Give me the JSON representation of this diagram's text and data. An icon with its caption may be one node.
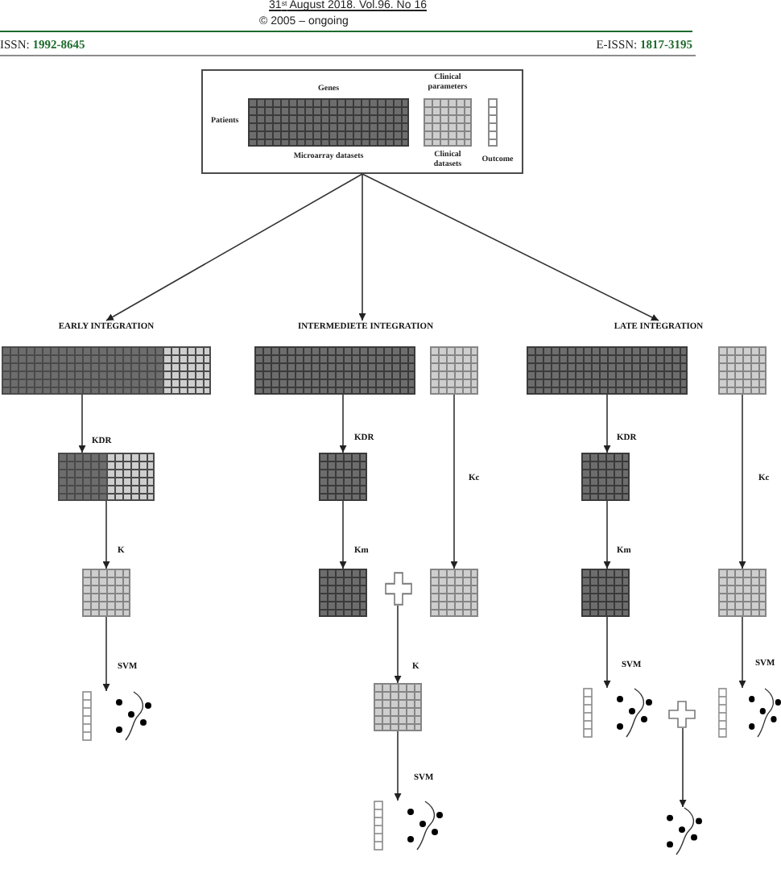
{
  "diagram": {
    "nodes": [
      {
        "text": [],
        "shape": "box"
      },
      {
        "text": [],
        "shape": "grid",
        "in": 0,
        "beside": [
          "Genes",
          "Patients",
          "Microarray datasets"
        ]
      },
      {
        "text": [],
        "shape": "grid",
        "in": 0,
        "beside": [
          "Clinical parameters",
          "Clinical datasets"
        ]
      },
      {
        "text": [],
        "shape": "column",
        "in": 0,
        "beside": [
          "Outcome"
        ]
      },
      {
        "text": [
          "EARLY INTEGRATION"
        ]
      },
      {
        "text": [
          "INTERMEDIETE INTEGRATION"
        ]
      },
      {
        "text": [
          "LATE INTEGRATION"
        ]
      },
      {
        "text": [],
        "shape": "grid"
      },
      {
        "text": [],
        "shape": "grid"
      },
      {
        "text": [],
        "shape": "grid"
      },
      {
        "text": [],
        "shape": "grid"
      },
      {
        "text": [],
        "shape": "grid"
      },
      {
        "text": [],
        "shape": "grid"
      },
      {
        "text": [],
        "shape": "grid"
      },
      {
        "text": [],
        "shape": "grid"
      },
      {
        "text": [],
        "shape": "grid"
      },
      {
        "text": [],
        "shape": "grid"
      },
      {
        "text": [],
        "shape": "plus"
      },
      {
        "text": [],
        "shape": "grid"
      },
      {
        "text": [],
        "shape": "grid"
      },
      {
        "text": [],
        "shape": "grid"
      },
      {
        "text": [],
        "shape": "picture"
      },
      {
        "text": [],
        "shape": "grid"
      },
      {
        "text": [],
        "shape": "picture"
      },
      {
        "text": [],
        "shape": "plus"
      },
      {
        "text": [],
        "shape": "picture"
      },
      {
        "text": [],
        "shape": "picture"
      },
      {
        "text": [],
        "shape": "picture"
      }
    ],
    "edges": [
      {
        "from": 0,
        "to": 4,
        "arrow": "to"
      },
      {
        "from": 0,
        "to": 5,
        "arrow": "to"
      },
      {
        "from": 0,
        "to": 6,
        "arrow": "to"
      },
      {
        "from": 7,
        "to": 12,
        "arrow": "to",
        "label": "KDR"
      },
      {
        "from": 8,
        "to": 13,
        "arrow": "to",
        "label": "KDR"
      },
      {
        "from": 10,
        "to": 14,
        "arrow": "to",
        "label": "KDR"
      },
      {
        "from": 9,
        "to": 18,
        "arrow": "to",
        "label": "Kc"
      },
      {
        "from": 11,
        "to": 20,
        "arrow": "to",
        "label": "Kc"
      },
      {
        "from": 12,
        "to": 15,
        "arrow": "to",
        "label": "K"
      },
      {
        "from": 13,
        "to": 16,
        "arrow": "to",
        "label": "Km"
      },
      {
        "from": 14,
        "to": 19,
        "arrow": "to",
        "label": "Km"
      },
      {
        "from": 15,
        "to": 21,
        "arrow": "to",
        "label": "SVM"
      },
      {
        "from": 17,
        "to": 22,
        "arrow": "to",
        "label": "K"
      },
      {
        "from": 19,
        "to": 23,
        "arrow": "to",
        "label": "SVM"
      },
      {
        "from": 20,
        "to": 25,
        "arrow": "to",
        "label": "SVM"
      },
      {
        "from": 24,
        "to": 27,
        "arrow": "to"
      },
      {
        "from": 22,
        "to": 26,
        "arrow": "to",
        "label": "SVM"
      }
    ],
    "labels": [
      "31$^{st}$ August 2018. Vol.96. No 16",
      "© 2005 – ongoing",
      "ISSN: **1992-8645**",
      "E-ISSN: **1817-3195**"
    ]
  }
}
